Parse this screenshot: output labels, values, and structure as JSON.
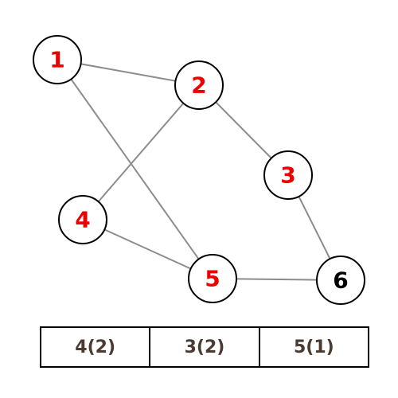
{
  "colors": {
    "visited": "#ee0000",
    "unvisited": "#000000",
    "edge": "#8c8c8c",
    "queue_text": "#4a3a32"
  },
  "graph": {
    "nodes": [
      {
        "id": "1",
        "label": "1",
        "state": "visited"
      },
      {
        "id": "2",
        "label": "2",
        "state": "visited"
      },
      {
        "id": "3",
        "label": "3",
        "state": "visited"
      },
      {
        "id": "4",
        "label": "4",
        "state": "visited"
      },
      {
        "id": "5",
        "label": "5",
        "state": "visited"
      },
      {
        "id": "6",
        "label": "6",
        "state": "unvisited"
      }
    ],
    "edges": [
      [
        "1",
        "2"
      ],
      [
        "1",
        "5"
      ],
      [
        "2",
        "4"
      ],
      [
        "2",
        "3"
      ],
      [
        "4",
        "5"
      ],
      [
        "3",
        "6"
      ],
      [
        "5",
        "6"
      ]
    ]
  },
  "queue": [
    "4(2)",
    "3(2)",
    "5(1)"
  ]
}
